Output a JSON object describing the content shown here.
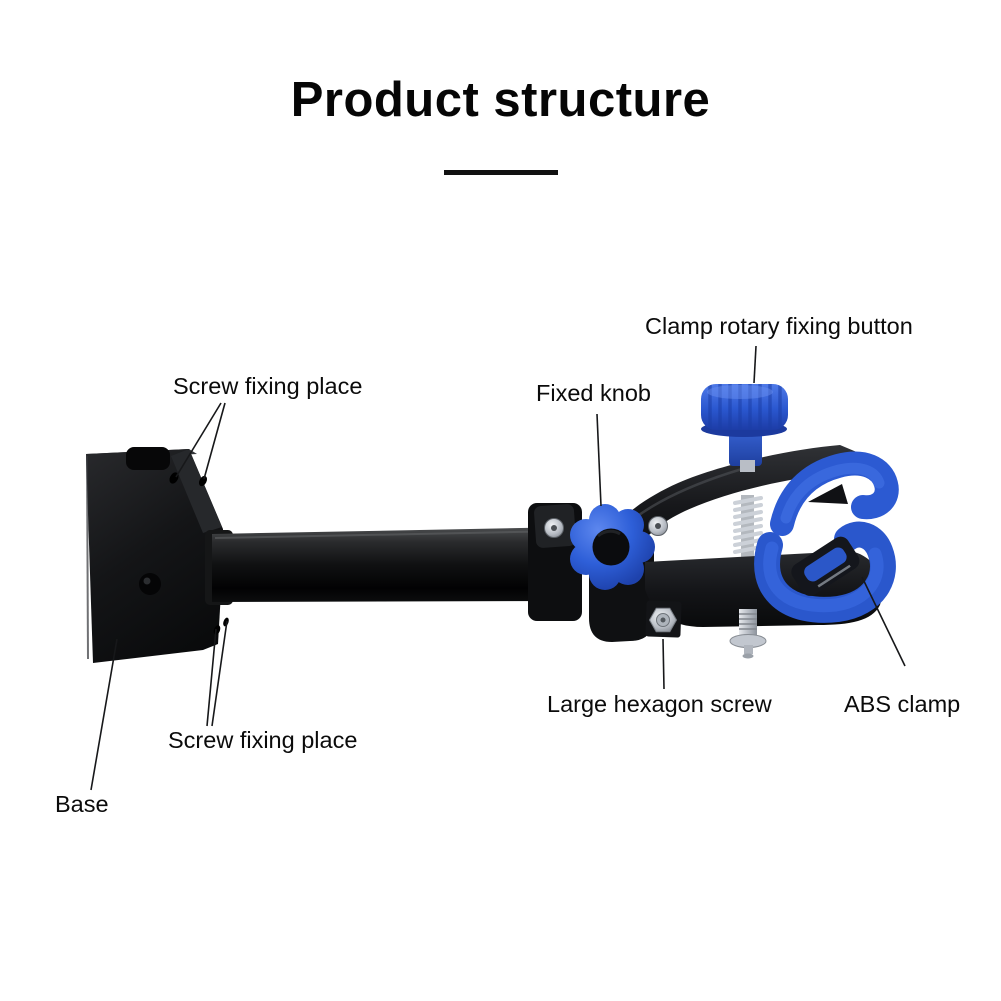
{
  "title": {
    "text": "Product structure"
  },
  "labels": {
    "clamp_rotary_fixing_button": "Clamp rotary fixing button",
    "fixed_knob": "Fixed knob",
    "screw_fixing_place_top": "Screw fixing place",
    "screw_fixing_place_bottom": "Screw fixing place",
    "large_hexagon_screw": "Large hexagon screw",
    "abs_clamp": "ABS clamp",
    "base": "Base"
  },
  "colors": {
    "accent_blue": "#2e5fd8",
    "blue_highlight": "#5d87ee",
    "blue_shadow": "#1c3a9e",
    "body_black": "#121316",
    "silver": "#c6cbd2",
    "background": "#ffffff",
    "text": "#0b0b0b"
  }
}
